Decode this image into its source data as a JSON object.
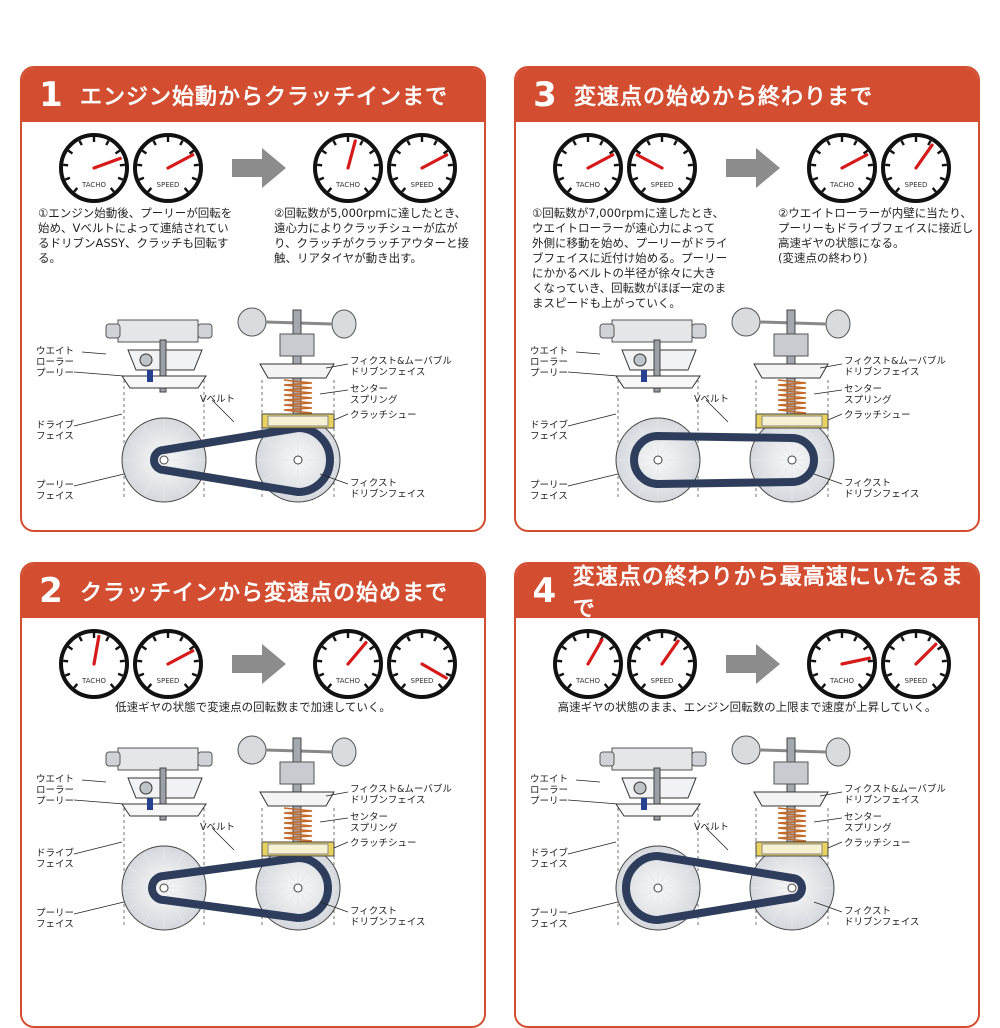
{
  "colors": {
    "accent": "#d34e31",
    "needle": "#d61a1a",
    "belt": "#2f3d5c"
  },
  "gauge_labels": {
    "tacho": "TACHO",
    "speed": "SPEED"
  },
  "parts": {
    "weight_roller": "ウエイト\nローラー",
    "pulley": "プーリー",
    "drive_face": "ドライブ\nフェイス",
    "pulley_face": "プーリー\nフェイス",
    "v_belt": "Vベルト",
    "fixed_movable_driven_face": "フィクスト&ムーバブル\nドリブンフェイス",
    "center_spring": "センター\nスプリング",
    "clutch_shoe": "クラッチシュー",
    "fixed_driven_face": "フィクスト\nドリブンフェイス"
  },
  "panels": [
    {
      "num": "1",
      "title": "エンジン始動からクラッチインまで",
      "notes": [
        "①エンジン始動後、プーリーが回転を\n始め、Vベルトによって連結されてい\nるドリブンASSY、クラッチも回転す\nる。",
        "②回転数が5,000rpmに達したとき、\n遠心力によりクラッチシューが広が\nり、クラッチがクラッチアウターと接\n触、リアタイヤが動き出す。"
      ]
    },
    {
      "num": "2",
      "title": "クラッチインから変速点の始めまで",
      "notes": [
        "低速ギヤの状態で変速点の回転数まで加速していく。"
      ]
    },
    {
      "num": "3",
      "title": "変速点の始めから終わりまで",
      "notes": [
        "①回転数が7,000rpmに達したとき、\nウエイトローラーが遠心力によって\n外側に移動を始め、プーリーがドライ\nブフェイスに近付け始める。プーリー\nにかかるベルトの半径が徐々に大き\nくなっていき、回転数がほぼ一定のま\nまスピードも上がっていく。",
        "②ウエイトローラーが内壁に当たり、\nプーリーもドライブフェイスに接近し\n高速ギヤの状態になる。\n(変速点の終わり)"
      ]
    },
    {
      "num": "4",
      "title": "変速点の終わりから最高速にいたるまで",
      "notes": [
        "高速ギヤの状態のまま、エンジン回転数の上限まで速度が上昇していく。"
      ]
    }
  ]
}
